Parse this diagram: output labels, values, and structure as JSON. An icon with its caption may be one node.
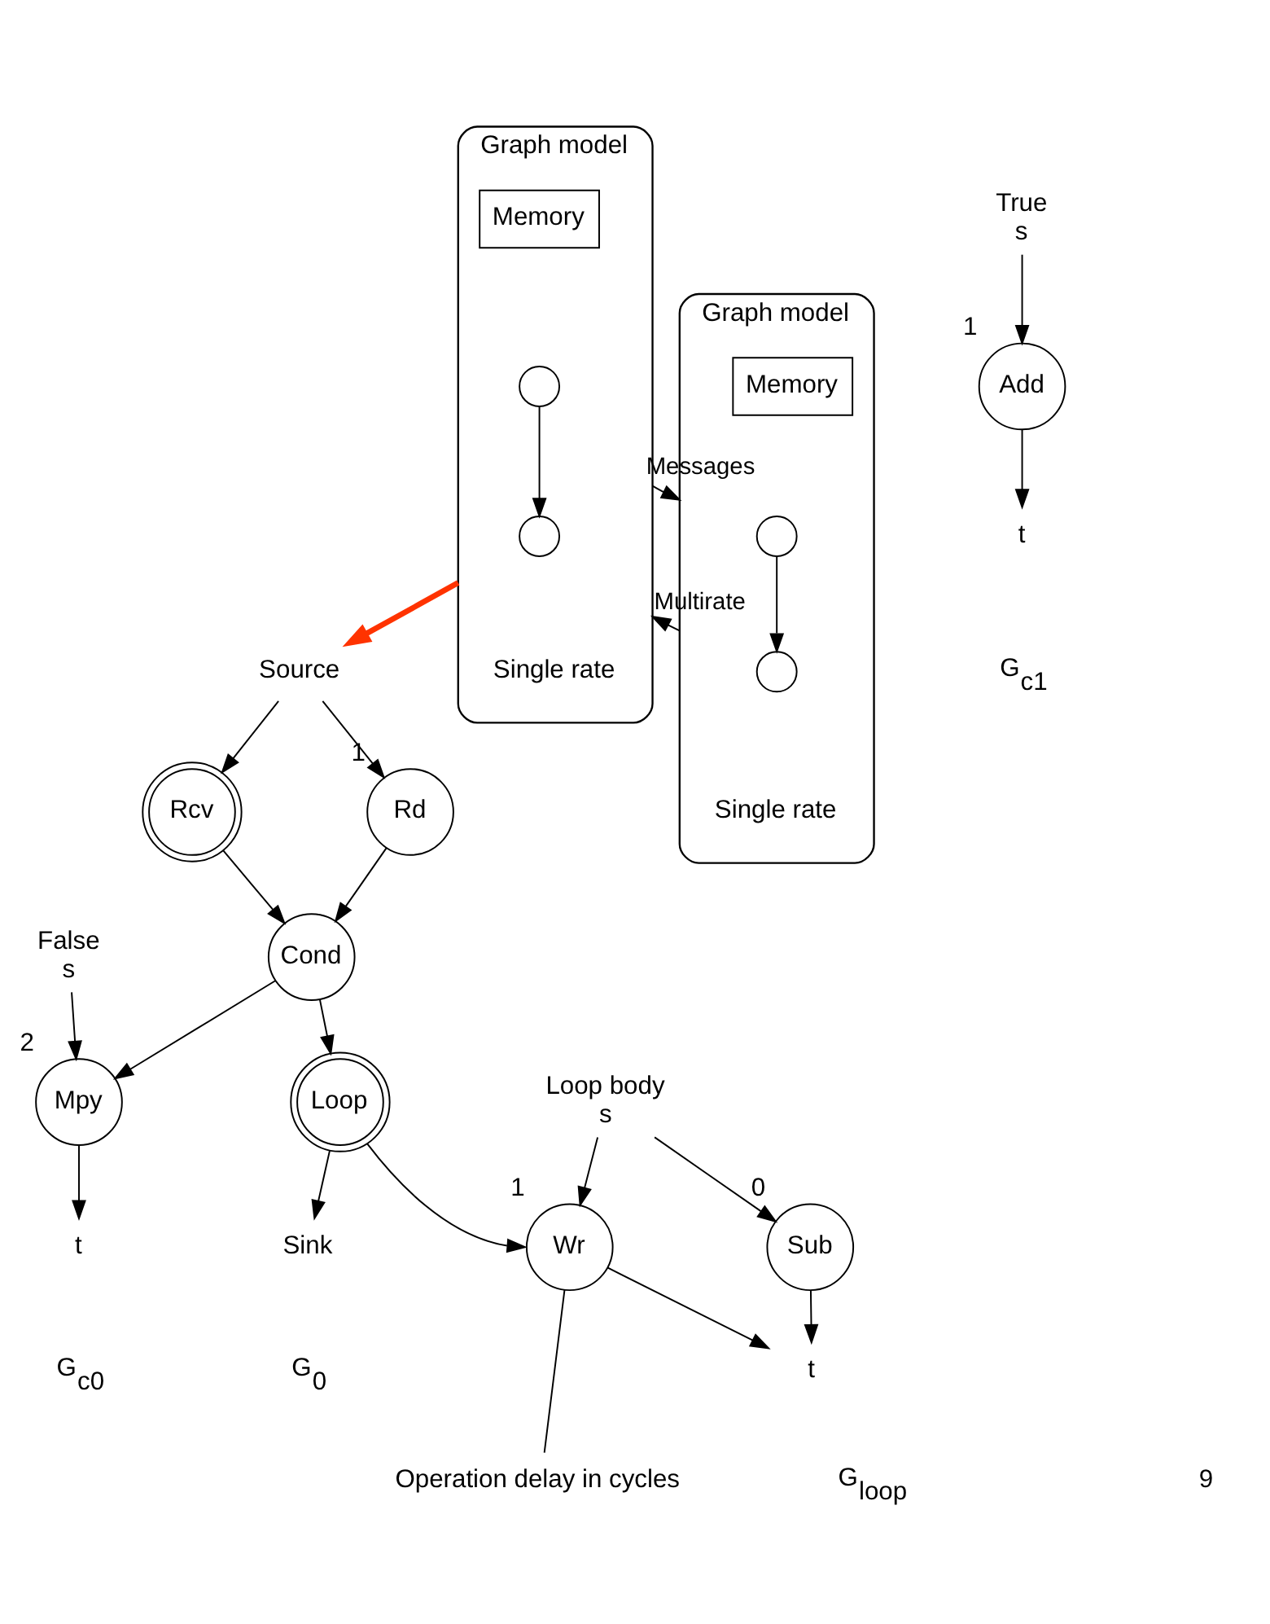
{
  "diagram": {
    "nodes": [
      {
        "text": [
          "Graph model",
          "Single rate"
        ]
      },
      {
        "text": [
          "Memory"
        ],
        "in": 0
      },
      {
        "text": [],
        "shape": "circle",
        "in": 0
      },
      {
        "text": [],
        "shape": "circle",
        "in": 0
      },
      {
        "text": [
          "Graph model",
          "Single rate"
        ]
      },
      {
        "text": [
          "Memory"
        ],
        "in": 4
      },
      {
        "text": [],
        "shape": "circle",
        "in": 4
      },
      {
        "text": [],
        "shape": "circle",
        "in": 4
      },
      {
        "text": [
          "Source"
        ]
      },
      {
        "text": [
          "Rcv"
        ]
      },
      {
        "text": [
          "Rd"
        ],
        "beside": [
          "1"
        ]
      },
      {
        "text": [
          "Cond"
        ]
      },
      {
        "text": [
          "Loop"
        ]
      },
      {
        "text": [
          "Sink"
        ]
      },
      {
        "text": [
          "False",
          "s"
        ]
      },
      {
        "text": [
          "Mpy"
        ],
        "beside": [
          "2"
        ]
      },
      {
        "text": [
          "t"
        ]
      },
      {
        "text": [
          "True",
          "s"
        ]
      },
      {
        "text": [
          "Add"
        ],
        "beside": [
          "1"
        ]
      },
      {
        "text": [
          "t"
        ]
      },
      {
        "text": [
          "Loop body",
          "s"
        ]
      },
      {
        "text": [
          "Wr"
        ],
        "beside": [
          "1"
        ]
      },
      {
        "text": [
          "Sub"
        ],
        "beside": [
          "0"
        ]
      },
      {
        "text": [
          "t"
        ]
      },
      {
        "text": [
          "Operation delay in cycles"
        ]
      }
    ],
    "edges": [
      {
        "from": 2,
        "to": 3,
        "arrow": "to"
      },
      {
        "from": 6,
        "to": 7,
        "arrow": "to"
      },
      {
        "from": 0,
        "to": 4,
        "arrow": "to",
        "label": "Messages"
      },
      {
        "from": 4,
        "to": 0,
        "arrow": "to",
        "label": "Multirate"
      },
      {
        "from": 0,
        "to": 8,
        "arrow": "to",
        "style": "thick",
        "color": "#ff3300"
      },
      {
        "from": 8,
        "to": 9,
        "arrow": "to"
      },
      {
        "from": 8,
        "to": 10,
        "arrow": "to"
      },
      {
        "from": 9,
        "to": 11,
        "arrow": "to"
      },
      {
        "from": 10,
        "to": 11,
        "arrow": "to"
      },
      {
        "from": 11,
        "to": 12,
        "arrow": "to"
      },
      {
        "from": 12,
        "to": 13,
        "arrow": "to"
      },
      {
        "from": 11,
        "to": 15,
        "arrow": "to"
      },
      {
        "from": 14,
        "to": 15,
        "arrow": "to"
      },
      {
        "from": 15,
        "to": 16,
        "arrow": "to"
      },
      {
        "from": 17,
        "to": 18,
        "arrow": "to"
      },
      {
        "from": 18,
        "to": 19,
        "arrow": "to"
      },
      {
        "from": 12,
        "to": 21,
        "arrow": "to"
      },
      {
        "from": 20,
        "to": 21,
        "arrow": "to"
      },
      {
        "from": 20,
        "to": 22,
        "arrow": "to"
      },
      {
        "from": 21,
        "to": 23,
        "arrow": "to"
      },
      {
        "from": 22,
        "to": 23,
        "arrow": "to"
      },
      {
        "from": 24,
        "to": 21,
        "arrow": "none"
      }
    ],
    "labels": [
      "G$_{0}$",
      "G$_{c0}$",
      "G$_{c1}$",
      "G$_{loop}$",
      "9"
    ]
  }
}
